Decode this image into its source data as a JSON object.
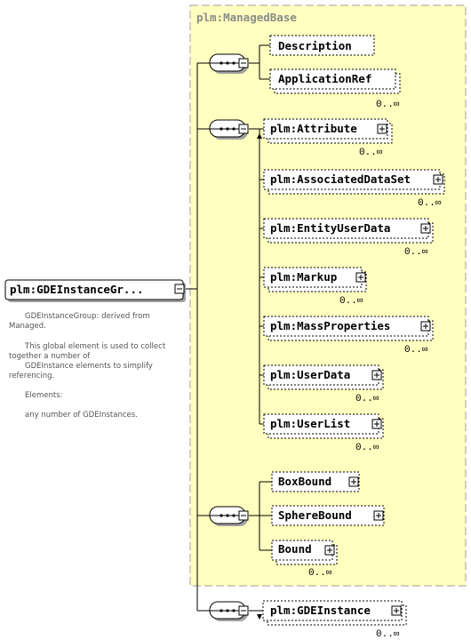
{
  "root": {
    "label": "plm:GDEInstanceGr...",
    "doc": [
      "GDEInstanceGroup: derived from",
      "Managed.",
      "",
      "This global element is used to collect",
      "together a number of",
      "GDEInstance elements to simplify",
      "referencing.",
      "",
      "Elements:",
      "",
      "any number of GDEInstances."
    ]
  },
  "base": {
    "title": "plm:ManagedBase"
  },
  "elements": {
    "description": {
      "label": "Description"
    },
    "applicationref": {
      "label": "ApplicationRef",
      "card": "0..∞"
    },
    "attribute": {
      "label": "plm:Attribute",
      "card": "0..∞"
    },
    "associateddataset": {
      "label": "plm:AssociatedDataSet",
      "card": "0..∞"
    },
    "entityuserdata": {
      "label": "plm:EntityUserData",
      "card": "0..∞"
    },
    "markup": {
      "label": "plm:Markup",
      "card": "0..∞"
    },
    "massproperties": {
      "label": "plm:MassProperties",
      "card": "0..∞"
    },
    "userdata": {
      "label": "plm:UserData",
      "card": "0..∞"
    },
    "userlist": {
      "label": "plm:UserList",
      "card": "0..∞"
    },
    "boxbound": {
      "label": "BoxBound"
    },
    "spherebound": {
      "label": "SphereBound"
    },
    "bound": {
      "label": "Bound",
      "card": "0..∞"
    },
    "gdeinstance": {
      "label": "plm:GDEInstance",
      "card": "0..∞"
    }
  },
  "colors": {
    "base_fill": "#FFFFC0",
    "base_border": "#A0A0A0",
    "box_fill": "#FFFFFF",
    "shadow": "#A0A0A0"
  }
}
